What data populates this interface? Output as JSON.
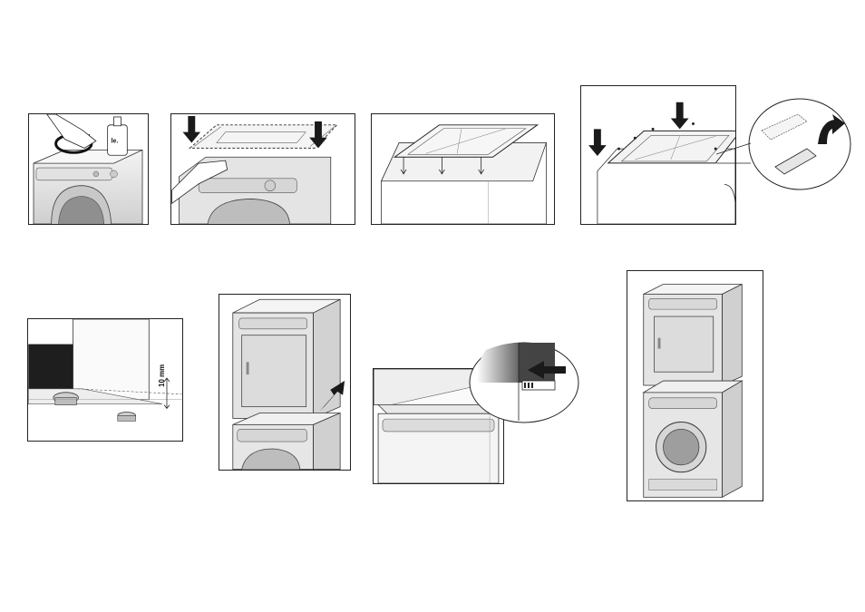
{
  "panels": [
    {
      "id": 1,
      "depicts": "clean-top"
    },
    {
      "id": 2,
      "depicts": "place-frame"
    },
    {
      "id": 3,
      "depicts": "frame-feet"
    },
    {
      "id": 4,
      "depicts": "screw-frame"
    },
    {
      "id": 5,
      "depicts": "foot-clearance"
    },
    {
      "id": 6,
      "depicts": "lift-dryer"
    },
    {
      "id": 7,
      "depicts": "slide-lock"
    },
    {
      "id": 8,
      "depicts": "final-stack"
    }
  ],
  "labels": {
    "bottle": "le.",
    "clearance": "10 mm"
  },
  "colors": {
    "line": "#222222",
    "appliance_shade": "#d8d8d8",
    "appliance_light": "#efefef",
    "arrow": "#1a1a1a"
  }
}
